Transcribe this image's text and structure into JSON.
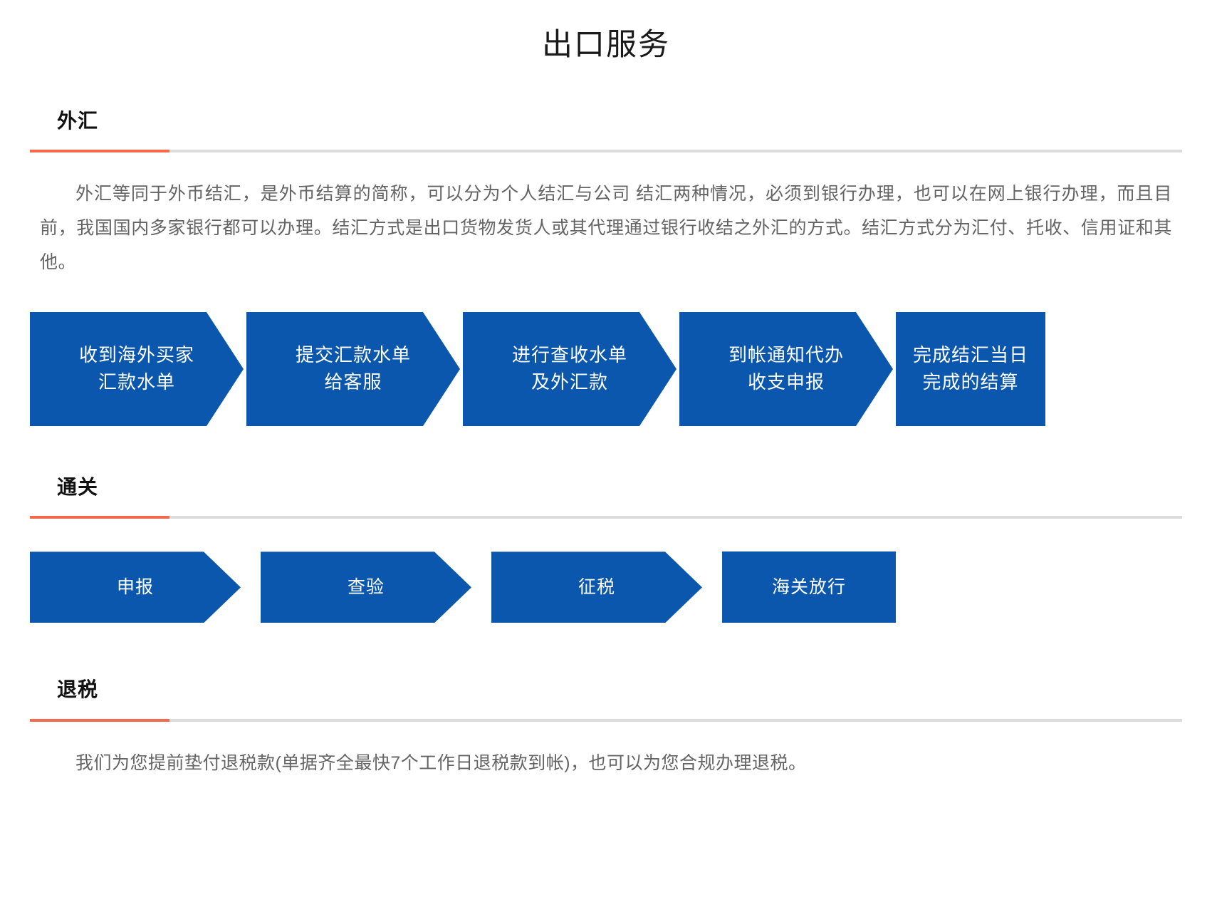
{
  "page": {
    "title": "出口服务"
  },
  "accent": {
    "orange": "#f26a4b",
    "blue": "#0b57ad",
    "rule_grey": "#dcdcdc"
  },
  "sections": [
    {
      "id": "foreign-exchange",
      "heading": "外汇",
      "paragraph": "外汇等同于外币结汇，是外币结算的简称，可以分为个人结汇与公司 结汇两种情况，必须到银行办理，也可以在网上银行办理，而且目前，我国国内多家银行都可以办理。结汇方式是出口货物发货人或其代理通过银行收结之外汇的方式。结汇方式分为汇付、托收、信用证和其他。",
      "flow": [
        {
          "lines": [
            "收到海外买家",
            "汇款水单"
          ],
          "pointed": true
        },
        {
          "lines": [
            "提交汇款水单",
            "给客服"
          ],
          "pointed": true
        },
        {
          "lines": [
            "进行查收水单",
            "及外汇款"
          ],
          "pointed": true
        },
        {
          "lines": [
            "到帐通知代办",
            "收支申报"
          ],
          "pointed": true
        },
        {
          "lines": [
            "完成结汇当日",
            "完成的结算"
          ],
          "pointed": false
        }
      ]
    },
    {
      "id": "customs-clearance",
      "heading": "通关",
      "paragraph": "",
      "flow": [
        {
          "lines": [
            "申报"
          ],
          "pointed": true
        },
        {
          "lines": [
            "查验"
          ],
          "pointed": true
        },
        {
          "lines": [
            "征税"
          ],
          "pointed": true
        },
        {
          "lines": [
            "海关放行"
          ],
          "pointed": false
        }
      ]
    },
    {
      "id": "tax-rebate",
      "heading": "退税",
      "paragraph": "我们为您提前垫付退税款(单据齐全最快7个工作日退税款到帐)，也可以为您合规办理退税。",
      "flow": []
    }
  ]
}
